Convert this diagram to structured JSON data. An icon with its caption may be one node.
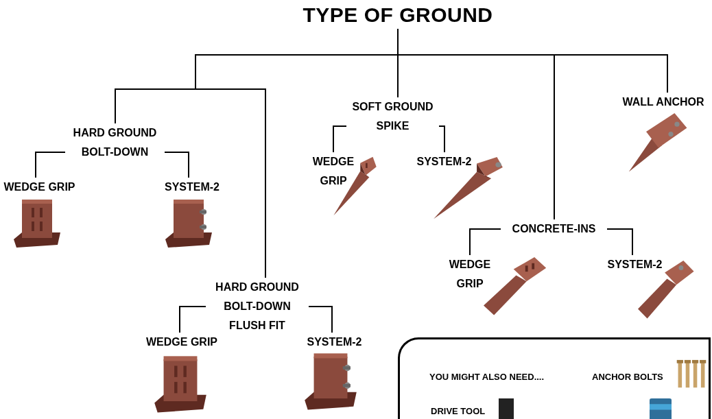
{
  "diagram": {
    "nodes": [
      {
        "text": [
          "TYPE OF GROUND"
        ]
      },
      {
        "text": [
          "HARD GROUND BOLT-DOWN"
        ]
      },
      {
        "text": [
          "SOFT GROUND SPIKE"
        ]
      },
      {
        "text": [
          "CONCRETE-INS"
        ]
      },
      {
        "text": [
          "WALL ANCHOR"
        ]
      },
      {
        "text": [
          "WEDGE GRIP"
        ]
      },
      {
        "text": [
          "SYSTEM-2"
        ]
      },
      {
        "text": [
          "HARD GROUND BOLT-DOWN FLUSH FIT"
        ]
      },
      {
        "text": [
          "WEDGE GRIP"
        ]
      },
      {
        "text": [
          "SYSTEM-2"
        ]
      },
      {
        "text": [
          "WEDGE GRIP"
        ]
      },
      {
        "text": [
          "SYSTEM-2"
        ]
      },
      {
        "text": [
          "WEDGE GRIP"
        ]
      },
      {
        "text": [
          "SYSTEM-2"
        ]
      },
      {
        "text": [
          "YOU MIGHT ALSO NEED....",
          "ANCHOR BOLTS",
          "DRIVE TOOL"
        ]
      }
    ],
    "edges": [
      {
        "from": 0,
        "to": 1,
        "arrow": "none"
      },
      {
        "from": 0,
        "to": 7,
        "arrow": "none"
      },
      {
        "from": 0,
        "to": 2,
        "arrow": "none"
      },
      {
        "from": 0,
        "to": 3,
        "arrow": "none"
      },
      {
        "from": 0,
        "to": 4,
        "arrow": "none"
      },
      {
        "from": 1,
        "to": 5,
        "arrow": "none"
      },
      {
        "from": 1,
        "to": 6,
        "arrow": "none"
      },
      {
        "from": 7,
        "to": 8,
        "arrow": "none"
      },
      {
        "from": 7,
        "to": 9,
        "arrow": "none"
      },
      {
        "from": 2,
        "to": 10,
        "arrow": "none"
      },
      {
        "from": 2,
        "to": 11,
        "arrow": "none"
      },
      {
        "from": 3,
        "to": 12,
        "arrow": "none"
      },
      {
        "from": 3,
        "to": 13,
        "arrow": "none"
      }
    ]
  }
}
